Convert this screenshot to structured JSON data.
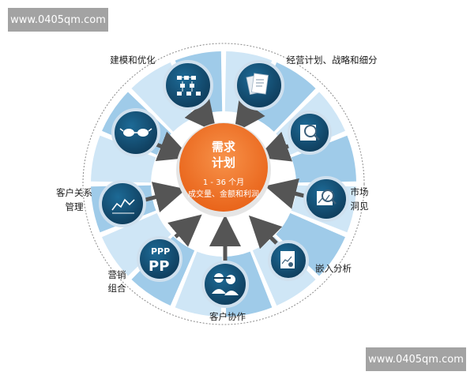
{
  "watermark": {
    "top": "www.0405qm.com",
    "bottom": "www.0405qm.com"
  },
  "center": {
    "title_line1": "需求",
    "title_line2": "计划",
    "subtitle": "1 - 36 个月",
    "detail": "成交量、金额和利润"
  },
  "labels": {
    "modeling": "建模和优化",
    "strategy": "经营计划、战略和细分",
    "market_line1": "市场",
    "market_line2": "洞见",
    "embedded": "嵌入分析",
    "collaboration": "客户协作",
    "marketing_line1": "营销",
    "marketing_line2": "组合",
    "crm_line1": "客户关系",
    "crm_line2": "管理"
  },
  "icons": {
    "modeling": "flowchart-icon",
    "strategy": "documents-icon",
    "market": "magnifier-chart-icon",
    "embedded": "report-chart-icon",
    "collaboration": "people-icon",
    "marketing": "ppp-icon",
    "crm": "line-chart-icon",
    "top_left": "glasses-icon",
    "upper_right": "magnifier-document-icon"
  },
  "colors": {
    "ring_light": "#cfe6f6",
    "ring_mid": "#9fcbe9",
    "icon_dark": "#12476a",
    "icon_border": "#cfe0ee",
    "center_orange": "#f0782a",
    "arrow": "#555555"
  }
}
